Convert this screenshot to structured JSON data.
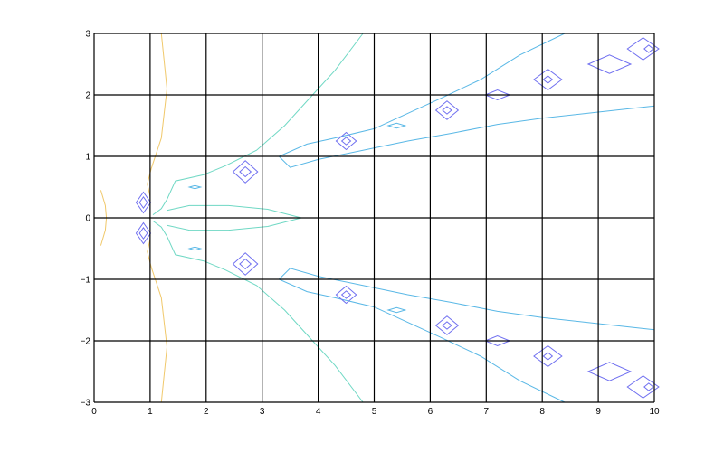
{
  "chart_data": {
    "type": "contour",
    "title": "",
    "xlabel": "",
    "ylabel": "",
    "xlim": [
      0,
      10
    ],
    "ylim": [
      -3,
      3
    ],
    "x_ticks": [
      "0",
      "1",
      "2",
      "3",
      "4",
      "5",
      "6",
      "7",
      "8",
      "9",
      "10"
    ],
    "y_ticks": [
      "−3",
      "−2",
      "−1",
      "0",
      "1",
      "2",
      "3"
    ],
    "grid": true,
    "colors": {
      "grid": "#000000",
      "level_low": "#6f6ff0",
      "level_mid_low": "#5ab8e6",
      "level_mid": "#6fd8c4",
      "level_high": "#f0c86a"
    },
    "contours": [
      {
        "level": "high",
        "points": [
          [
            1.2,
            3
          ],
          [
            1.3,
            2.1
          ],
          [
            1.2,
            1.3
          ],
          [
            1.02,
            0.8
          ],
          [
            0.95,
            0.55
          ],
          [
            1.0,
            0.35
          ]
        ]
      },
      {
        "level": "high",
        "points": [
          [
            1.0,
            -0.35
          ],
          [
            0.95,
            -0.55
          ],
          [
            1.02,
            -0.8
          ],
          [
            1.2,
            -1.3
          ],
          [
            1.3,
            -2.1
          ],
          [
            1.2,
            -3
          ]
        ]
      },
      {
        "level": "high",
        "points": [
          [
            0.12,
            0.45
          ],
          [
            0.2,
            0.2
          ],
          [
            0.22,
            0.0
          ],
          [
            0.2,
            -0.2
          ],
          [
            0.12,
            -0.45
          ]
        ]
      },
      {
        "level": "mid",
        "points": [
          [
            4.8,
            3
          ],
          [
            4.3,
            2.4
          ],
          [
            3.9,
            2.0
          ],
          [
            3.4,
            1.5
          ],
          [
            2.9,
            1.1
          ],
          [
            2.35,
            0.85
          ],
          [
            1.95,
            0.7
          ],
          [
            1.45,
            0.6
          ],
          [
            1.3,
            0.3
          ],
          [
            1.2,
            0.15
          ],
          [
            1.05,
            0.05
          ]
        ]
      },
      {
        "level": "mid",
        "points": [
          [
            1.05,
            -0.05
          ],
          [
            1.2,
            -0.15
          ],
          [
            1.3,
            -0.3
          ],
          [
            1.45,
            -0.6
          ],
          [
            1.95,
            -0.7
          ],
          [
            2.35,
            -0.85
          ],
          [
            2.9,
            -1.1
          ],
          [
            3.4,
            -1.5
          ],
          [
            3.9,
            -2.0
          ],
          [
            4.3,
            -2.4
          ],
          [
            4.8,
            -3
          ]
        ]
      },
      {
        "level": "mid",
        "points": [
          [
            1.3,
            0.12
          ],
          [
            1.7,
            0.2
          ],
          [
            2.4,
            0.2
          ],
          [
            3.1,
            0.14
          ],
          [
            3.7,
            0.0
          ],
          [
            3.1,
            -0.14
          ],
          [
            2.4,
            -0.2
          ],
          [
            1.7,
            -0.2
          ],
          [
            1.3,
            -0.12
          ]
        ]
      },
      {
        "level": "mid_low",
        "points": [
          [
            8.4,
            3
          ],
          [
            7.6,
            2.65
          ],
          [
            6.9,
            2.25
          ],
          [
            6.2,
            1.95
          ],
          [
            5.6,
            1.7
          ],
          [
            5.0,
            1.45
          ],
          [
            4.3,
            1.3
          ],
          [
            3.8,
            1.2
          ],
          [
            3.3,
            1.0
          ],
          [
            3.5,
            0.82
          ],
          [
            4.0,
            0.95
          ],
          [
            4.8,
            1.1
          ],
          [
            5.6,
            1.25
          ],
          [
            6.4,
            1.38
          ],
          [
            7.2,
            1.52
          ],
          [
            8.0,
            1.62
          ],
          [
            9.0,
            1.72
          ],
          [
            10,
            1.82
          ]
        ]
      },
      {
        "level": "mid_low",
        "points": [
          [
            8.4,
            -3
          ],
          [
            7.6,
            -2.65
          ],
          [
            6.9,
            -2.25
          ],
          [
            6.2,
            -1.95
          ],
          [
            5.6,
            -1.7
          ],
          [
            5.0,
            -1.45
          ],
          [
            4.3,
            -1.3
          ],
          [
            3.8,
            -1.2
          ],
          [
            3.3,
            -1.0
          ],
          [
            3.5,
            -0.82
          ],
          [
            4.0,
            -0.95
          ],
          [
            4.8,
            -1.1
          ],
          [
            5.6,
            -1.25
          ],
          [
            6.4,
            -1.38
          ],
          [
            7.2,
            -1.52
          ],
          [
            8.0,
            -1.62
          ],
          [
            9.0,
            -1.72
          ],
          [
            10,
            -1.82
          ]
        ]
      }
    ],
    "rings": [
      {
        "cx": 0.88,
        "cy": 0.25,
        "rx": 0.13,
        "ry": 0.17,
        "level": "low"
      },
      {
        "cx": 0.88,
        "cy": 0.25,
        "rx": 0.07,
        "ry": 0.09,
        "level": "low"
      },
      {
        "cx": 0.88,
        "cy": -0.25,
        "rx": 0.13,
        "ry": 0.17,
        "level": "low"
      },
      {
        "cx": 0.88,
        "cy": -0.25,
        "rx": 0.07,
        "ry": 0.09,
        "level": "low"
      },
      {
        "cx": 2.7,
        "cy": 0.75,
        "rx": 0.22,
        "ry": 0.18,
        "level": "low"
      },
      {
        "cx": 2.7,
        "cy": 0.75,
        "rx": 0.1,
        "ry": 0.08,
        "level": "low"
      },
      {
        "cx": 2.7,
        "cy": -0.75,
        "rx": 0.22,
        "ry": 0.18,
        "level": "low"
      },
      {
        "cx": 2.7,
        "cy": -0.75,
        "rx": 0.1,
        "ry": 0.08,
        "level": "low"
      },
      {
        "cx": 4.5,
        "cy": 1.25,
        "rx": 0.18,
        "ry": 0.14,
        "level": "low"
      },
      {
        "cx": 4.5,
        "cy": 1.25,
        "rx": 0.08,
        "ry": 0.06,
        "level": "low"
      },
      {
        "cx": 4.5,
        "cy": -1.25,
        "rx": 0.18,
        "ry": 0.14,
        "level": "low"
      },
      {
        "cx": 4.5,
        "cy": -1.25,
        "rx": 0.08,
        "ry": 0.06,
        "level": "low"
      },
      {
        "cx": 6.3,
        "cy": 1.75,
        "rx": 0.2,
        "ry": 0.15,
        "level": "low"
      },
      {
        "cx": 6.3,
        "cy": 1.75,
        "rx": 0.08,
        "ry": 0.06,
        "level": "low"
      },
      {
        "cx": 6.3,
        "cy": -1.75,
        "rx": 0.2,
        "ry": 0.15,
        "level": "low"
      },
      {
        "cx": 6.3,
        "cy": -1.75,
        "rx": 0.08,
        "ry": 0.06,
        "level": "low"
      },
      {
        "cx": 8.1,
        "cy": 2.25,
        "rx": 0.25,
        "ry": 0.17,
        "level": "low"
      },
      {
        "cx": 8.1,
        "cy": 2.25,
        "rx": 0.08,
        "ry": 0.06,
        "level": "low"
      },
      {
        "cx": 8.1,
        "cy": -2.25,
        "rx": 0.25,
        "ry": 0.17,
        "level": "low"
      },
      {
        "cx": 8.1,
        "cy": -2.25,
        "rx": 0.08,
        "ry": 0.06,
        "level": "low"
      },
      {
        "cx": 9.2,
        "cy": 2.5,
        "rx": 0.38,
        "ry": 0.15,
        "level": "low"
      },
      {
        "cx": 9.2,
        "cy": -2.5,
        "rx": 0.38,
        "ry": 0.15,
        "level": "low"
      },
      {
        "cx": 9.8,
        "cy": 2.75,
        "rx": 0.28,
        "ry": 0.18,
        "level": "low"
      },
      {
        "cx": 9.9,
        "cy": 2.75,
        "rx": 0.08,
        "ry": 0.06,
        "level": "low"
      },
      {
        "cx": 9.8,
        "cy": -2.75,
        "rx": 0.28,
        "ry": 0.18,
        "level": "low"
      },
      {
        "cx": 9.9,
        "cy": -2.75,
        "rx": 0.08,
        "ry": 0.06,
        "level": "low"
      },
      {
        "cx": 7.2,
        "cy": 2.0,
        "rx": 0.22,
        "ry": 0.08,
        "level": "low"
      },
      {
        "cx": 7.2,
        "cy": -2.0,
        "rx": 0.22,
        "ry": 0.08,
        "level": "low"
      },
      {
        "cx": 5.4,
        "cy": 1.5,
        "rx": 0.15,
        "ry": 0.04,
        "level": "mid_low"
      },
      {
        "cx": 5.4,
        "cy": -1.5,
        "rx": 0.15,
        "ry": 0.04,
        "level": "mid_low"
      },
      {
        "cx": 1.8,
        "cy": 0.5,
        "rx": 0.1,
        "ry": 0.025,
        "level": "mid_low"
      },
      {
        "cx": 1.8,
        "cy": -0.5,
        "rx": 0.1,
        "ry": 0.025,
        "level": "mid_low"
      }
    ]
  }
}
